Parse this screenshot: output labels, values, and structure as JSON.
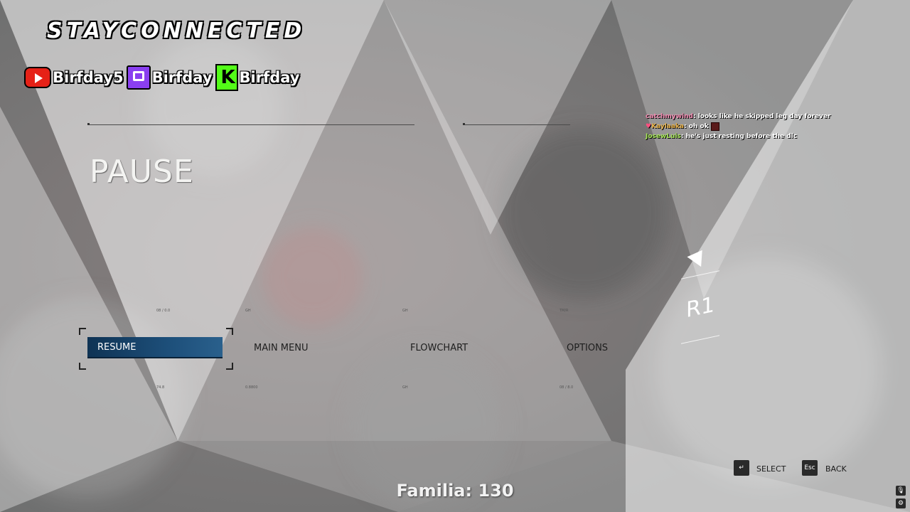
{
  "overlay": {
    "brand": "STAYCONNECTED",
    "socials": [
      {
        "icon": "youtube-icon",
        "name": "Birfday5"
      },
      {
        "icon": "twitch-icon",
        "name": "Birfday"
      },
      {
        "icon": "kick-icon",
        "name": "Birfday"
      }
    ]
  },
  "pause": {
    "title": "PAUSE"
  },
  "chat": [
    {
      "user": "catchmywind",
      "text": "looks like he skipped leg day forever",
      "color": "#f08ab0"
    },
    {
      "user": "Kaylaaka",
      "text": "oh ok",
      "color": "#e8b24a"
    },
    {
      "user": "JosewLuis",
      "text": "he's just resting before the dlc",
      "color": "#a8e85a"
    }
  ],
  "menu": {
    "items": [
      {
        "label": "RESUME",
        "selected": true
      },
      {
        "label": "MAIN MENU",
        "selected": false
      },
      {
        "label": "FLOWCHART",
        "selected": false
      },
      {
        "label": "OPTIONS",
        "selected": false
      }
    ],
    "micro_top": [
      "08 / 0.0",
      "GH",
      "GH",
      "TM/R"
    ],
    "micro_bottom": [
      "74.8",
      "0.8800",
      "GH",
      "08 / 8.0"
    ]
  },
  "controls": {
    "shoulder_button": "R1",
    "select_key": "↵",
    "select_label": "SELECT",
    "back_key": "Esc",
    "back_label": "BACK"
  },
  "counter": "Familia: 130",
  "colors": {
    "selected_bg": "#1d4f7a",
    "text_dark": "#1e1e1e"
  }
}
